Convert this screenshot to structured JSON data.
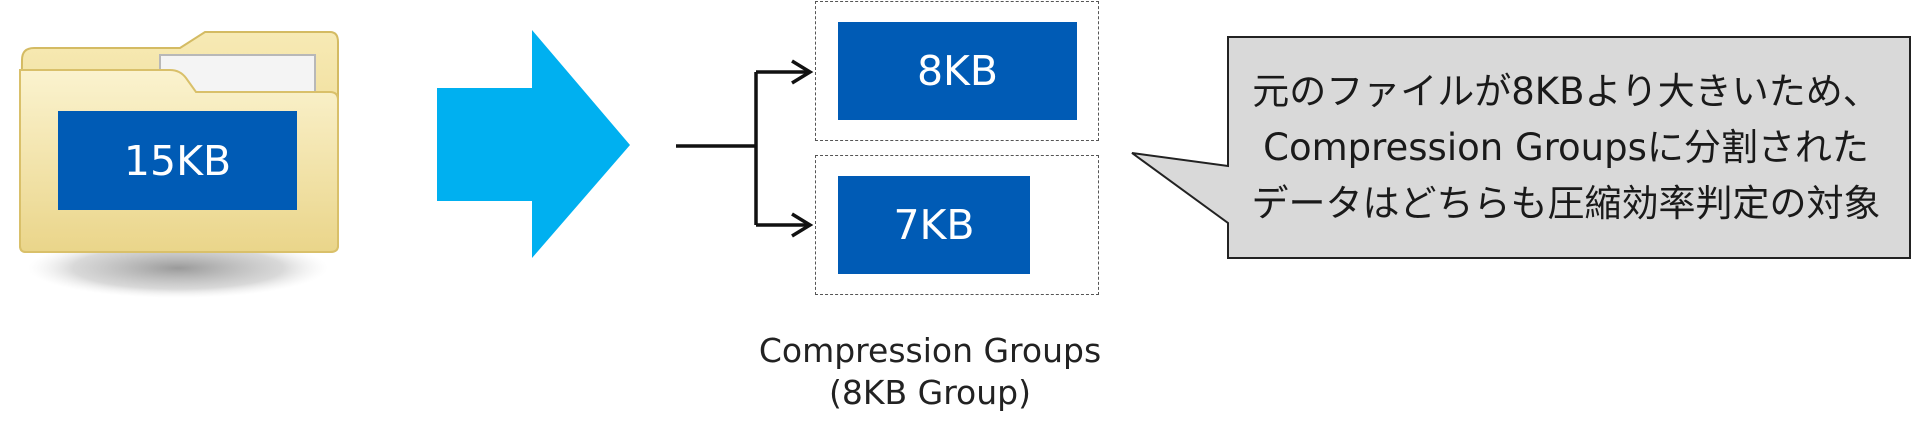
{
  "folder": {
    "size_label": "15KB"
  },
  "arrow": {
    "color": "#00b0f0"
  },
  "compression_groups": {
    "chunks": [
      {
        "label": "8KB"
      },
      {
        "label": "7KB"
      }
    ],
    "caption_line1": "Compression Groups",
    "caption_line2": "(8KB Group)"
  },
  "callout": {
    "lines": [
      "元のファイルが8KBより大きいため、",
      "Compression Groupsに分割された",
      "データはどちらも圧縮効率判定の対象"
    ],
    "background": "#d9d9d9"
  },
  "colors": {
    "box_blue": "#005bb5",
    "folder_yellow": "#f3e3a0"
  }
}
